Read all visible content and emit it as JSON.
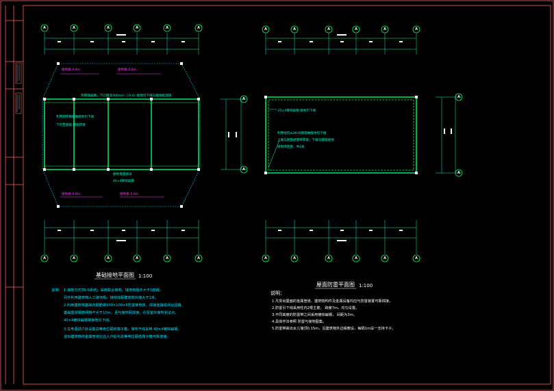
{
  "colors": {
    "background": "#000000",
    "frame": "#ff6060",
    "wall": "#00ff66",
    "dim": "#00ffd0",
    "note": "#00e5ff",
    "magenta": "#ff3cff",
    "white": "#ffffff"
  },
  "left_plan": {
    "title": "基础接地平面图",
    "scale": "1:100",
    "axes_top": [
      "A",
      "A",
      "A",
      "A",
      "A",
      "A"
    ],
    "axes_bottom": [
      "A",
      "A",
      "A",
      "A",
      "A",
      "A"
    ],
    "axes_right": [
      "A",
      "A"
    ],
    "labels": {
      "m1": "接地极-0.8m",
      "m2": "接地极-0.8m",
      "m3": "接地极-0.8m",
      "m4": "接地极-0.8m",
      "c1": "热镀锌扁钢，下口埋深300mm（-0.4）接地引下线与接地极连接",
      "c2": "利用结构钢筋做接地引下线",
      "c3": "下引至基础 钢筋焊接",
      "c4": "40×4镀锌扁钢",
      "c5": "接地电阻测试"
    }
  },
  "right_plan": {
    "title": "屋面防雷平面图",
    "scale": "1:100",
    "axes_top": [
      "A",
      "A",
      "A",
      "A",
      "A",
      "A"
    ],
    "axes_bottom": [
      "A",
      "A",
      "A",
      "A",
      "A",
      "A"
    ],
    "axes_right": [
      "A",
      "A"
    ],
    "labels": {
      "c1": "-25×4镀锌扁钢 接地引下线",
      "c2": "利用柱内≥2Φ16钢筋做接地引下线",
      "c3": "上端与屋面避雷带焊接，下端与基础接地",
      "c4": "接地网连接，共4处"
    }
  },
  "left_notes": {
    "head": "说明：",
    "items": [
      "1.接地方式TN-S系统，采用联合接地，接地电阻不大于1欧姆。",
      "  另外利用建筑物人工接地极，接地体距建筑物外墙大于1米。",
      "2.利用建筑物基础内钢筋做100×100×6防雷接地体，焊接连接成闭合回路。",
      "  基础圈梁钢筋网格不大于10m，且与接地网焊接，引至室外接地测试点。",
      "  40×4镀锌扁钢做接地引下线。",
      "3.在电源进户处设置总等电位联结端子箱，接地干线采用-40×4镀锌扁钢。",
      "  进出建筑物的金属管道应在入户处与总等电位联结端子箱可靠连接。"
    ]
  },
  "right_notes": {
    "head": "说明：",
    "items": [
      "1.凡突出屋面的金属管道、建筑物构件及金属设备均应与防雷装置可靠焊接。",
      "2.防雷引下线采用柱内2根主筋，     跨度7m，均匀设置。",
      "3.不同高度的防雷带之间采用镀锌扁钢，     间距为3m。",
      "4.具体作法参照     防雷与接地图集。",
      "5.防雷带高出女儿墙顶0.15m，沿建筑物外边缘敷设，每隔1m设一支持卡子。"
    ]
  }
}
